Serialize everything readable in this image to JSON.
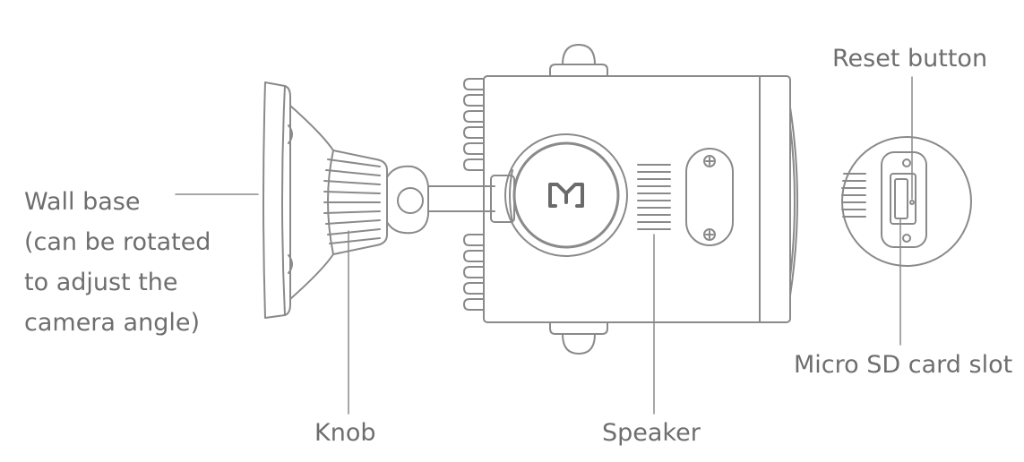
{
  "labels": {
    "wall_base": [
      "Wall base",
      "(can be rotated",
      "to adjust the",
      "camera angle)"
    ],
    "knob": "Knob",
    "speaker": "Speaker",
    "reset_button": "Reset button",
    "micro_sd": "Micro SD card slot"
  },
  "colors": {
    "stroke": "#8a8a8a",
    "text": "#6e6e6e",
    "background": "#ffffff"
  }
}
